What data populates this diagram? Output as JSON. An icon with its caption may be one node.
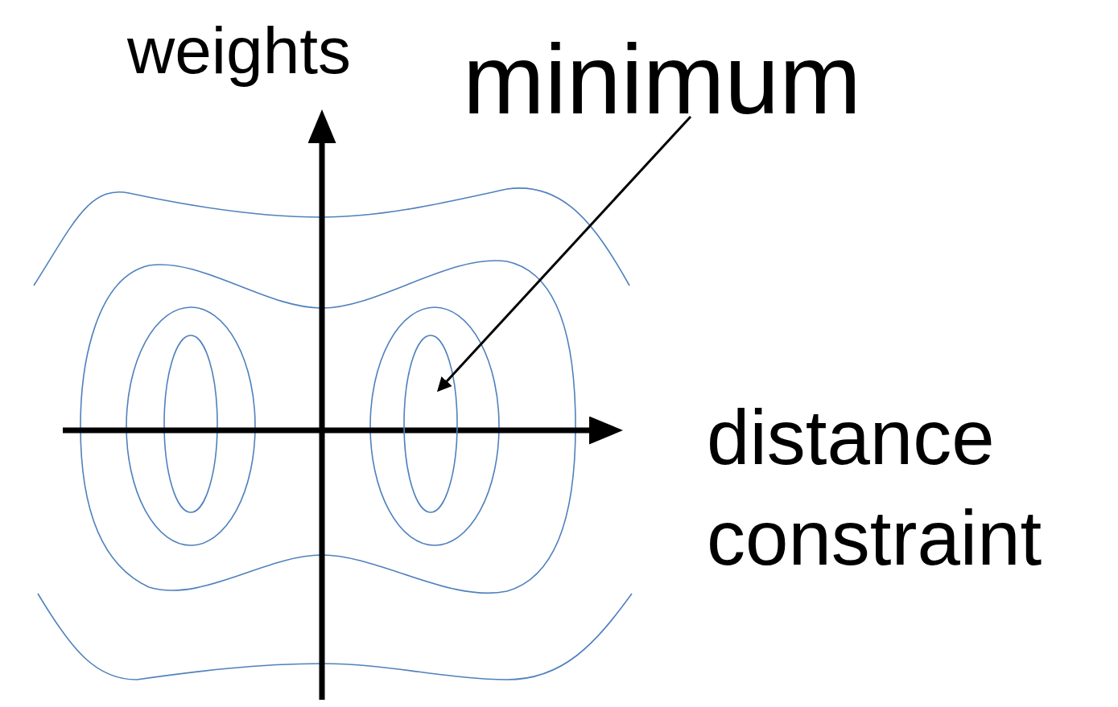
{
  "diagram": {
    "nodes": [
      {
        "text": [
          "minimum"
        ]
      },
      {
        "text": [],
        "shape": "ellipse"
      }
    ],
    "edges": [
      {
        "from": 0,
        "to": 1,
        "arrow": "to"
      }
    ],
    "labels": [
      "weights",
      "distance constraint"
    ]
  }
}
